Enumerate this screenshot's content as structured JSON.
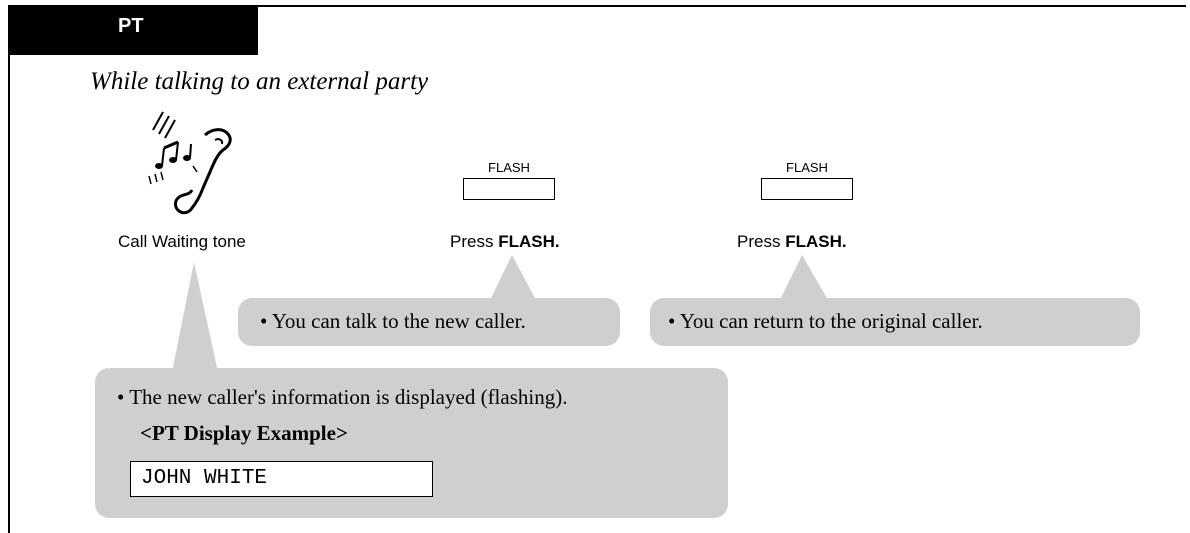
{
  "tab": {
    "label": "PT"
  },
  "subtitle": "While talking to an external party",
  "steps": [
    {
      "caption": "Call Waiting tone",
      "icon": "handset-ringing-icon"
    },
    {
      "key_label": "FLASH",
      "caption_prefix": "Press ",
      "caption_bold": "FLASH."
    },
    {
      "key_label": "FLASH",
      "caption_prefix": "Press ",
      "caption_bold": "FLASH."
    }
  ],
  "bubbles": {
    "talk_new": "• You can talk to the new caller.",
    "return_original": "• You can return to the original caller.",
    "info_line": "• The new caller's information is displayed (flashing).",
    "display_example_title": "<PT Display Example>",
    "display_text": "JOHN WHITE"
  }
}
